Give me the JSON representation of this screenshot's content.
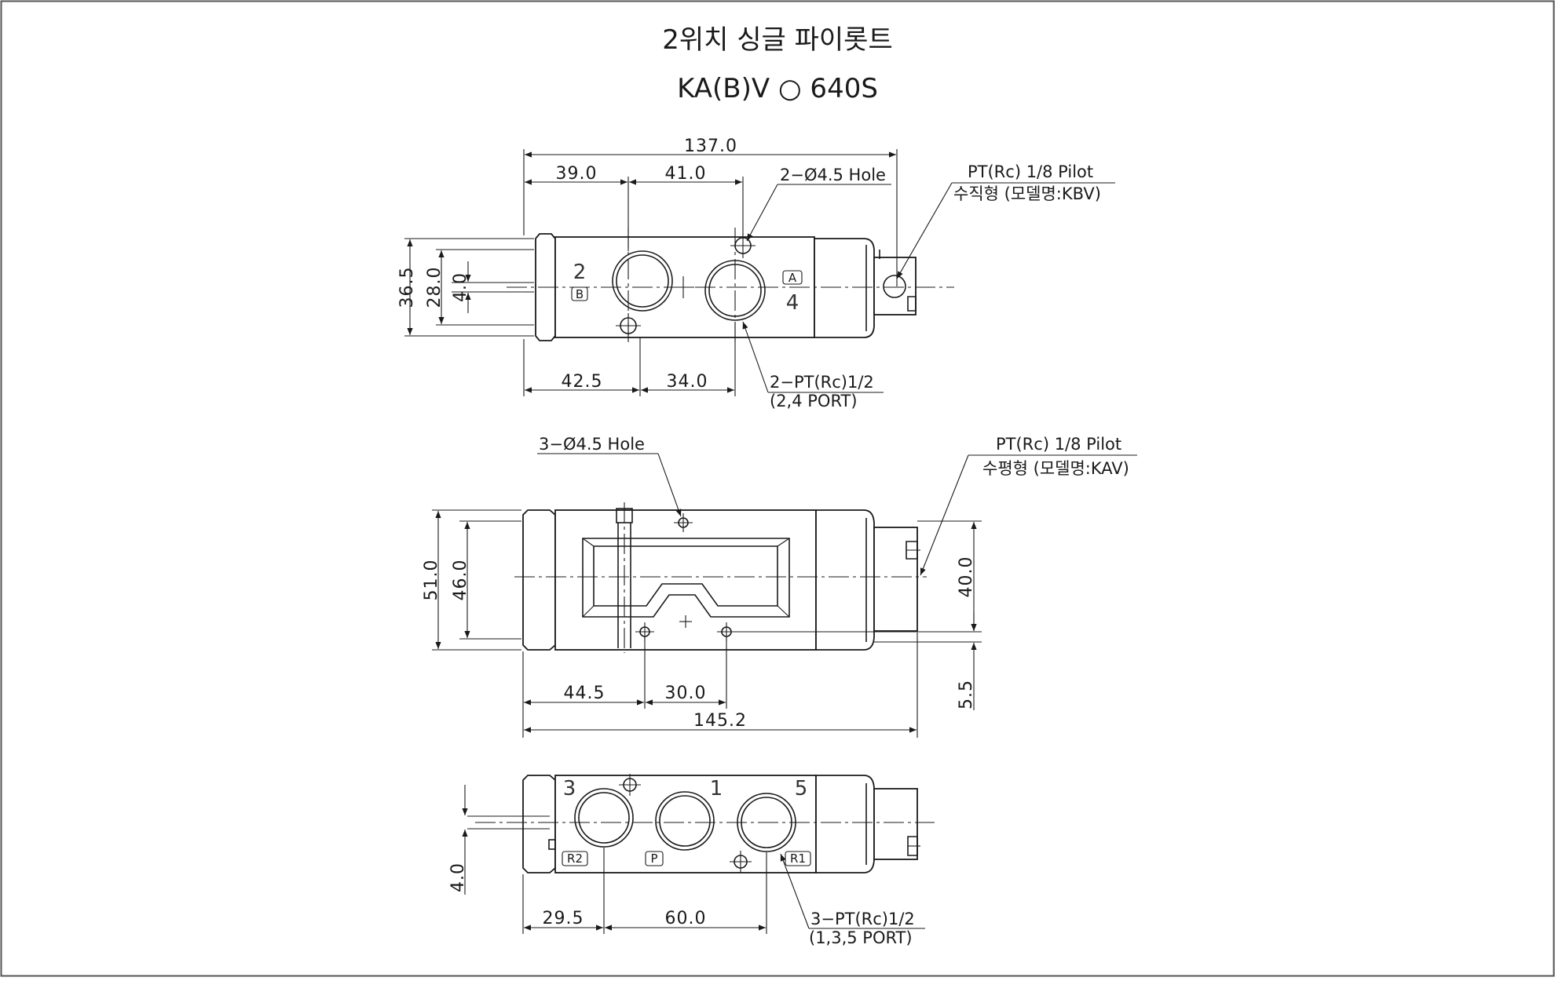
{
  "title": {
    "line1": "2위치 싱글 파이롯트",
    "line2": "KA(B)V ○ 640S"
  },
  "top_view": {
    "dims": {
      "overall": "137.0",
      "d1": "39.0",
      "d2": "41.0",
      "hole": "2−Ø4.5 Hole",
      "left_outer": "36.5",
      "left_mid": "28.0",
      "left_inner": "4.0",
      "bot1": "42.5",
      "bot2": "34.0"
    },
    "ports": {
      "num_left": "2",
      "box_left": "B",
      "num_right": "4",
      "box_right": "A"
    },
    "callout_port": [
      "2−PT(Rc)1/2",
      "(2,4 PORT)"
    ],
    "callout_pilot": [
      "PT(Rc) 1/8 Pilot",
      "수직형 (모델명:KBV)"
    ]
  },
  "mid_view": {
    "dims": {
      "hole": "3−Ø4.5 Hole",
      "left_outer": "51.0",
      "left_inner": "46.0",
      "right_upper": "40.0",
      "right_lower": "5.5",
      "bot1": "44.5",
      "bot2": "30.0",
      "overall": "145.2"
    },
    "callout_pilot": [
      "PT(Rc) 1/8 Pilot",
      "수평형 (모델명:KAV)"
    ]
  },
  "bottom_view": {
    "dims": {
      "left": "4.0",
      "bot1": "29.5",
      "bot2": "60.0"
    },
    "ports": {
      "num_3": "3",
      "num_1": "1",
      "num_5": "5",
      "box_r2": "R2",
      "box_p": "P",
      "box_r1": "R1"
    },
    "callout_port": [
      "3−PT(Rc)1/2",
      "(1,3,5 PORT)"
    ]
  },
  "colors": {
    "line": "#1a1a1a",
    "frame": "#555555",
    "background": "#ffffff"
  }
}
